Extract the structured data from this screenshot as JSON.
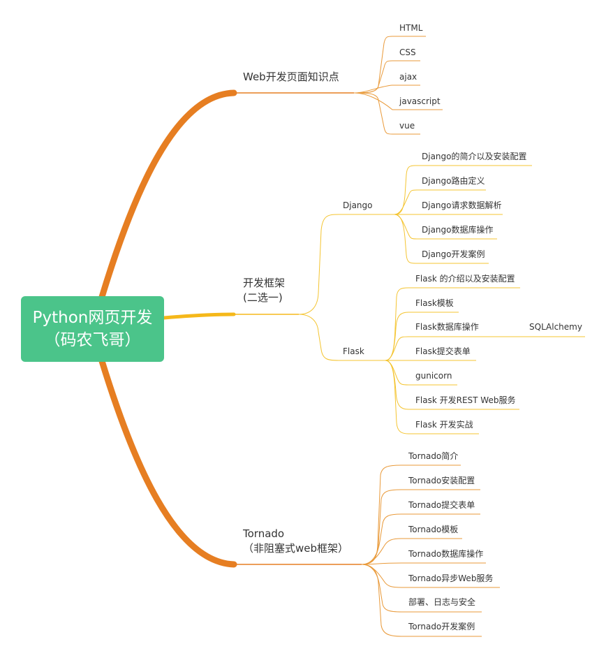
{
  "root": {
    "line1": "Python网页开发",
    "line2": "（码农飞哥）"
  },
  "branches": {
    "web": {
      "label": "Web开发页面知识点",
      "items": [
        "HTML",
        "CSS",
        "ajax",
        "javascript",
        "vue"
      ]
    },
    "framework": {
      "line1": "开发框架",
      "line2": "(二选一)",
      "django": {
        "label": "Django",
        "items": [
          "Django的简介以及安装配置",
          "Django路由定义",
          "Django请求数据解析",
          "Django数据库操作",
          "Django开发案例"
        ]
      },
      "flask": {
        "label": "Flask",
        "items": [
          "Flask 的介绍以及安装配置",
          "Flask模板",
          "Flask数据库操作",
          "Flask提交表单",
          "gunicorn",
          "Flask 开发REST Web服务",
          "Flask 开发实战"
        ],
        "sub_item": "SQLAlchemy"
      }
    },
    "tornado": {
      "line1": "Tornado",
      "line2": "（非阻塞式web框架）",
      "items": [
        "Tornado简介",
        "Tornado安装配置",
        "Tornado提交表单",
        "Tornado模板",
        "Tornado数据库操作",
        "Tornado异步Web服务",
        "部署、日志与安全",
        "Tornado开发案例"
      ]
    }
  },
  "colors": {
    "root_bg": "#4bc48a",
    "main_branch": "#e67e22",
    "mid_branch": "#f5b81a",
    "leaf_web": "#e99a3a",
    "leaf_fw": "#f4c430",
    "leaf_tornado": "#e99a3a"
  }
}
